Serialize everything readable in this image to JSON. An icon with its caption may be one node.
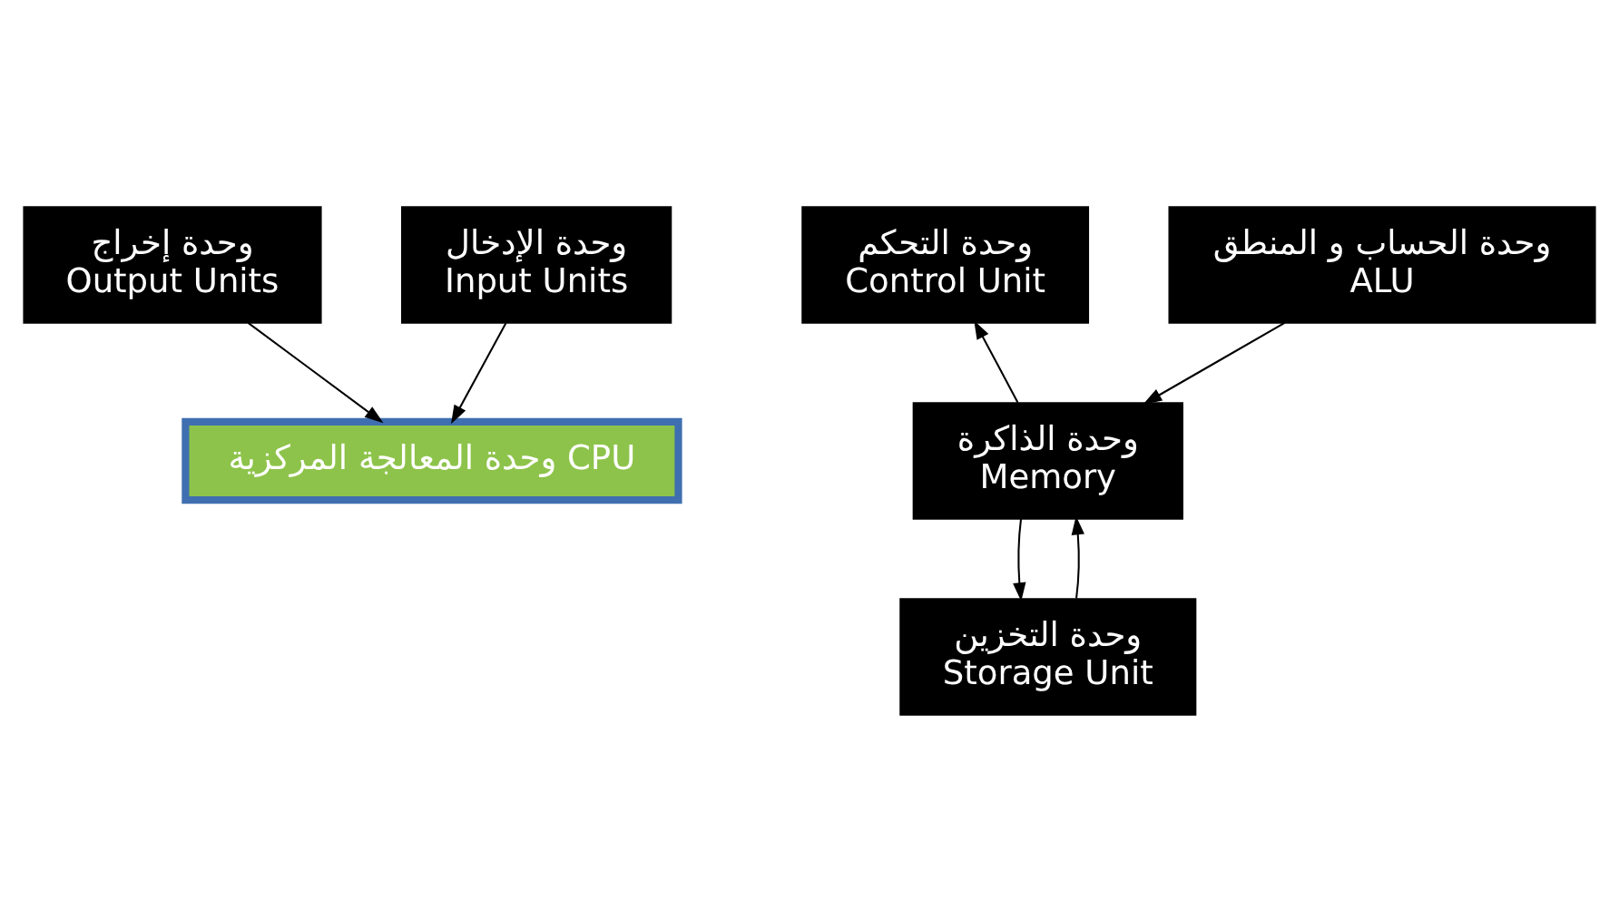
{
  "diagram": {
    "nodes": [
      {
        "text": [
          "وحدة المعالجة المركزية CPU"
        ]
      },
      {
        "text": [
          "وحدة التحكم",
          "Control Unit"
        ]
      },
      {
        "text": [
          "وحدة الحساب و المنطق",
          "ALU"
        ]
      },
      {
        "text": [
          "وحدة إخراج",
          "Output Units"
        ]
      },
      {
        "text": [
          "وحدة الذاكرة",
          "Memory"
        ]
      },
      {
        "text": [
          "وحدة الإدخال",
          "Input Units"
        ]
      },
      {
        "text": [
          "وحدة التخزين",
          "Storage Unit"
        ]
      }
    ],
    "edges": [
      {
        "from": 3,
        "to": 0,
        "arrow": "to"
      },
      {
        "from": 5,
        "to": 0,
        "arrow": "to"
      },
      {
        "from": 4,
        "to": 1,
        "arrow": "to"
      },
      {
        "from": 2,
        "to": 4,
        "arrow": "to"
      },
      {
        "from": 4,
        "to": 6,
        "arrow": "to"
      },
      {
        "from": 6,
        "to": 4,
        "arrow": "to"
      }
    ]
  }
}
